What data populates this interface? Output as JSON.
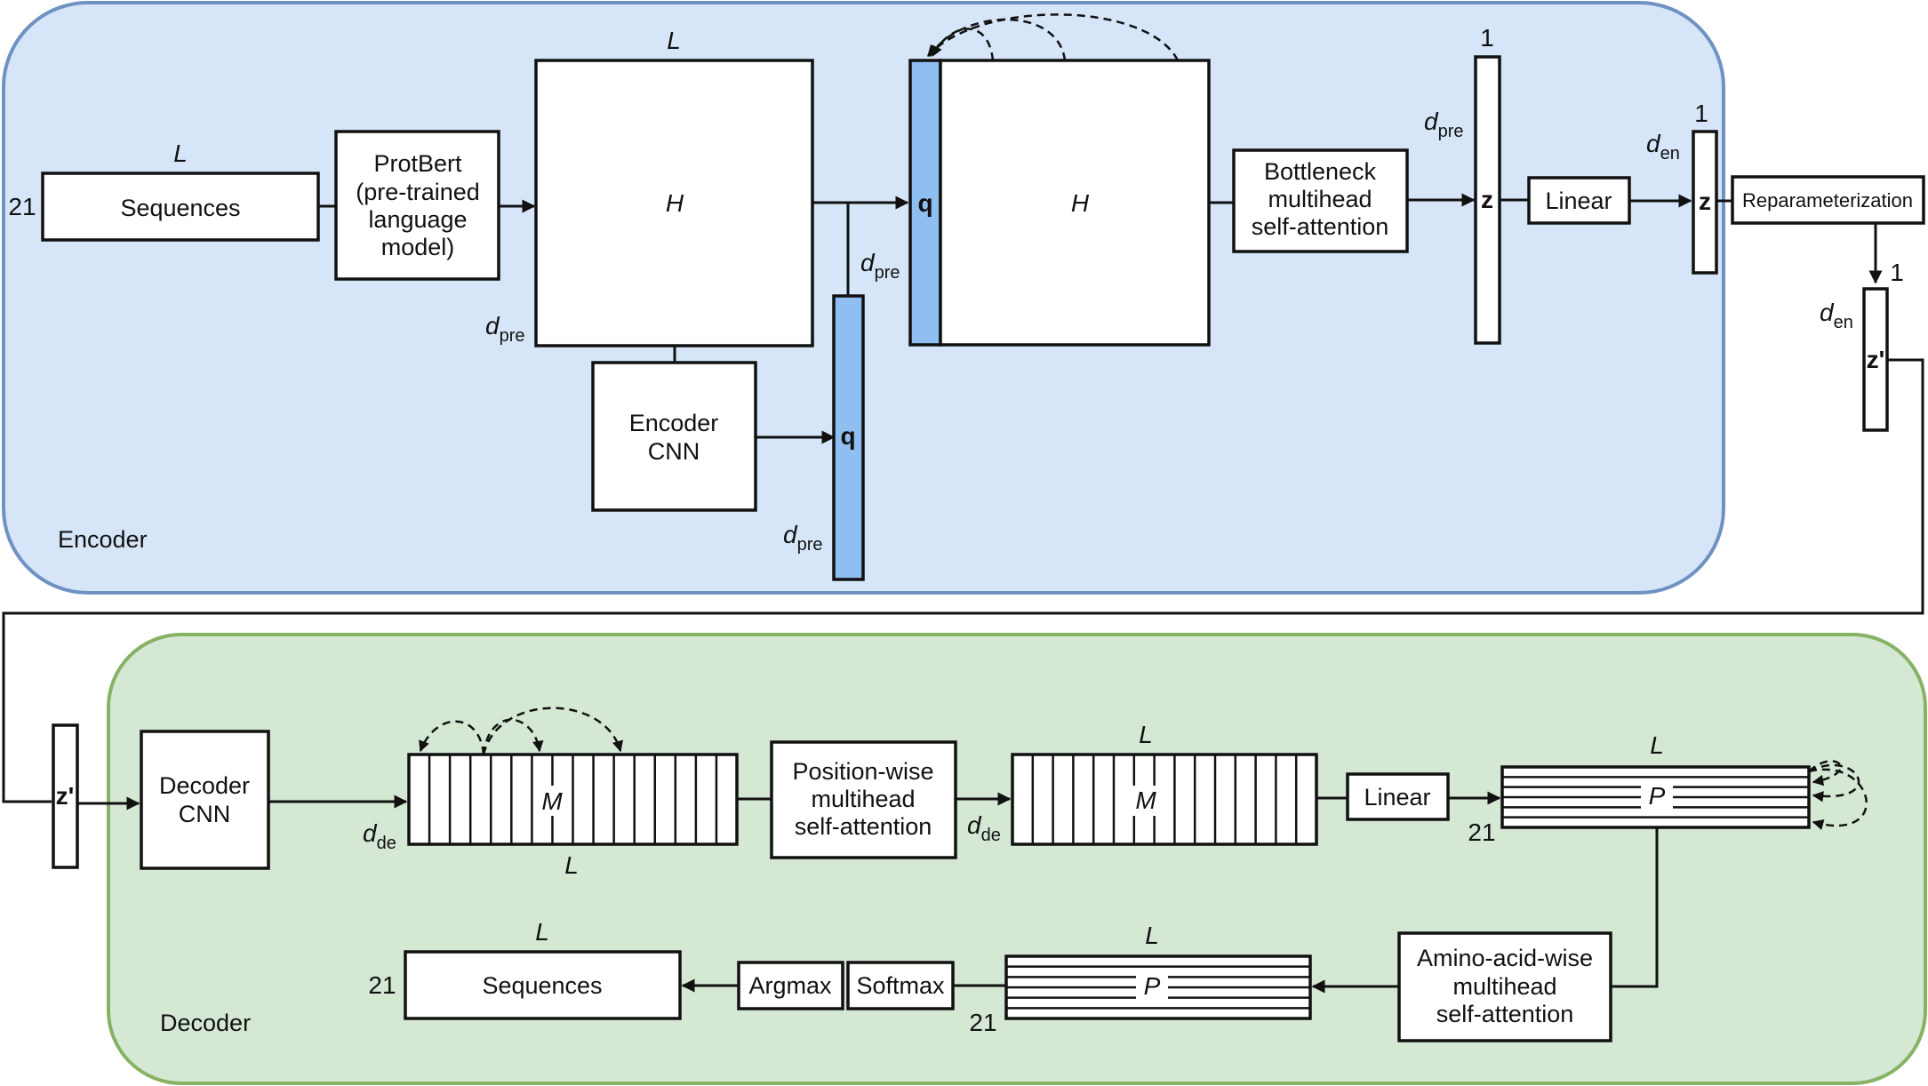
{
  "encoder": {
    "region_label": "Encoder",
    "input": {
      "label": "Sequences",
      "rows": "21",
      "cols": "L"
    },
    "protbert": {
      "line1": "ProtBert",
      "line2": "(pre-trained",
      "line3": "language",
      "line4": "model)"
    },
    "h_matrix_1": {
      "label": "H",
      "top": "L",
      "side_main": "d",
      "side_sub": "pre"
    },
    "encoder_cnn": {
      "line1": "Encoder",
      "line2": "CNN"
    },
    "q_vector_1": {
      "label": "q",
      "dim_top_main": "d",
      "dim_top_sub": "pre",
      "dim_bottom_main": "d",
      "dim_bottom_sub": "pre"
    },
    "q_vector_2": {
      "label": "q"
    },
    "h_matrix_2": {
      "label": "H"
    },
    "bottleneck": {
      "line1": "Bottleneck",
      "line2": "multihead",
      "line3": "self-attention"
    },
    "z_vector_1": {
      "label": "z",
      "top": "1",
      "side_main": "d",
      "side_sub": "pre"
    },
    "linear": {
      "label": "Linear"
    },
    "z_vector_2": {
      "label": "z",
      "top": "1",
      "side_main": "d",
      "side_sub": "en"
    },
    "reparameterization": {
      "label": "Reparameterization"
    },
    "z_prime": {
      "label": "z'",
      "top": "1",
      "side_main": "d",
      "side_sub": "en"
    }
  },
  "decoder": {
    "region_label": "Decoder",
    "z_prime": {
      "label": "z'"
    },
    "decoder_cnn": {
      "line1": "Decoder",
      "line2": "CNN"
    },
    "m_matrix_1": {
      "label": "M",
      "bottom": "L",
      "side_main": "d",
      "side_sub": "de"
    },
    "positionwise": {
      "line1": "Position-wise",
      "line2": "multihead",
      "line3": "self-attention"
    },
    "m_matrix_2": {
      "label": "M",
      "top": "L",
      "side_main": "d",
      "side_sub": "de"
    },
    "linear": {
      "label": "Linear"
    },
    "p_matrix_1": {
      "label": "P",
      "top": "L",
      "side": "21"
    },
    "amino_acid_wise": {
      "line1": "Amino-acid-wise",
      "line2": "multihead",
      "line3": "self-attention"
    },
    "p_matrix_2": {
      "label": "P",
      "top": "L",
      "side": "21"
    },
    "softmax": {
      "label": "Softmax"
    },
    "argmax": {
      "label": "Argmax"
    },
    "output": {
      "label": "Sequences",
      "rows": "21",
      "cols": "L"
    }
  }
}
